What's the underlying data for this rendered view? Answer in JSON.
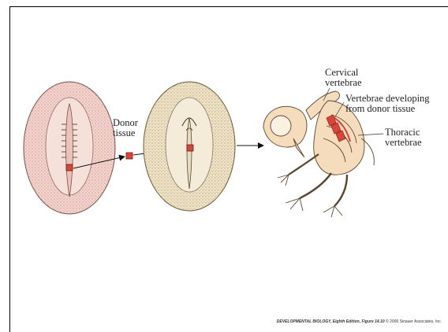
{
  "labels": {
    "donor_line1": "Donor",
    "donor_line2": "tissue",
    "cervical_line1": "Cervical",
    "cervical_line2": "vertebrae",
    "developing_line1": "Vertebrae developing",
    "developing_line2": "from donor tissue",
    "thoracic_line1": "Thoracic",
    "thoracic_line2": "vertebrae"
  },
  "caption": {
    "title": "DEVELOPMENTAL BIOLOGY, Eighth Edition, Figure 14.10",
    "credit": "© 2006 Sinauer Associates, Inc."
  },
  "colors": {
    "donor_embryo_fill": "#f3d3cc",
    "host_embryo_fill": "#efe3c6",
    "donor_block": "#d8453a",
    "chick_skeleton": "#f4dcbc",
    "donor_vertebrae": "#d8453a"
  }
}
